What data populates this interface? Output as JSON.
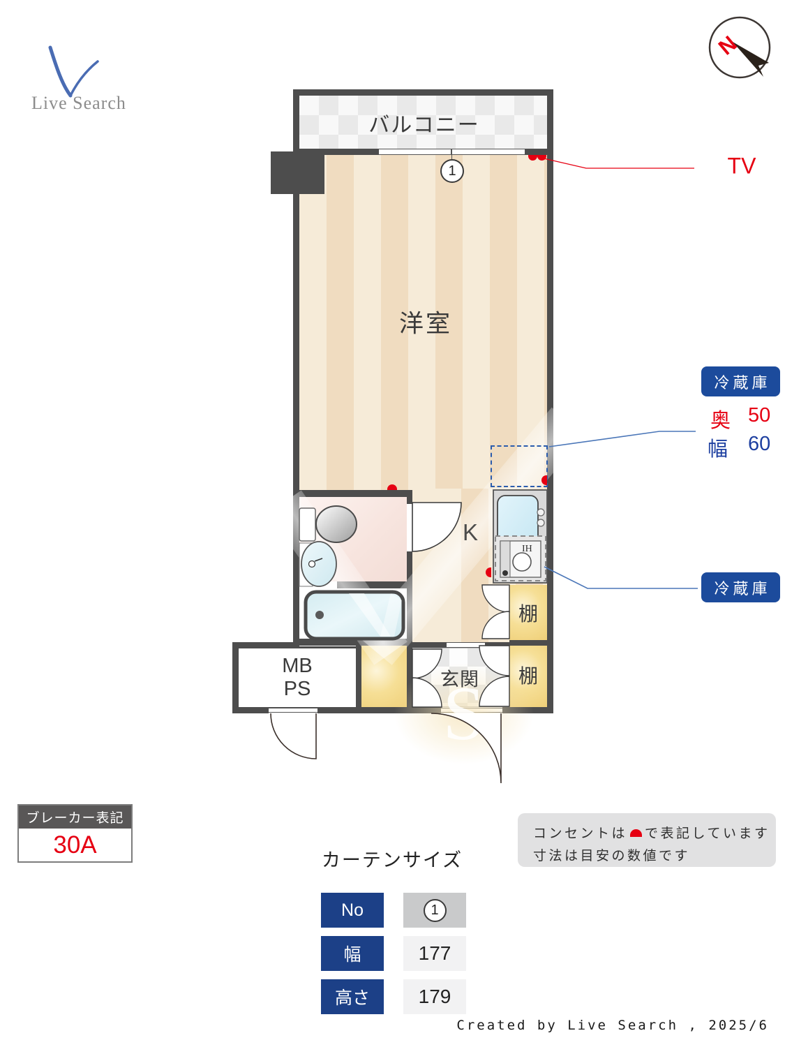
{
  "logo": {
    "text": "Live Search"
  },
  "compass": {
    "letter": "N"
  },
  "rooms": {
    "balcony": "バルコニー",
    "western_room": "洋室",
    "kitchen": "K",
    "entrance": "玄関",
    "shelf_top": "棚",
    "shelf_bottom": "棚",
    "mb": "MB",
    "ps": "PS"
  },
  "window": {
    "number": "1"
  },
  "tv": {
    "label": "TV"
  },
  "fridge": {
    "label_top": "冷蔵庫",
    "label_bottom": "冷蔵庫",
    "depth_label": "奥",
    "depth_value": "50",
    "width_label": "幅",
    "width_value": "60"
  },
  "kitchen_unit": {
    "ih_label": "IH"
  },
  "breaker": {
    "title": "ブレーカー表記",
    "value": "30A"
  },
  "curtain": {
    "title": "カーテンサイズ",
    "rows": [
      {
        "label": "No",
        "value": "1"
      },
      {
        "label": "幅",
        "value": "177"
      },
      {
        "label": "高さ",
        "value": "179"
      }
    ]
  },
  "notes": {
    "line1_pre": "コンセントは",
    "line1_post": "で表記しています",
    "line2": "寸法は目安の数値です"
  },
  "footer": {
    "credit": "Created by Live Search , 2025/6"
  },
  "colors": {
    "wall": "#4d4d4d",
    "outlet_red": "#e60012",
    "accent_blue": "#1c4b9c",
    "table_blue": "#1c4087",
    "floor_light": "#f6ebd8",
    "floor_dark": "#f0dcc0",
    "bathroom_pink": "#f9e9e4",
    "closet_yellow": "#f3d682"
  }
}
